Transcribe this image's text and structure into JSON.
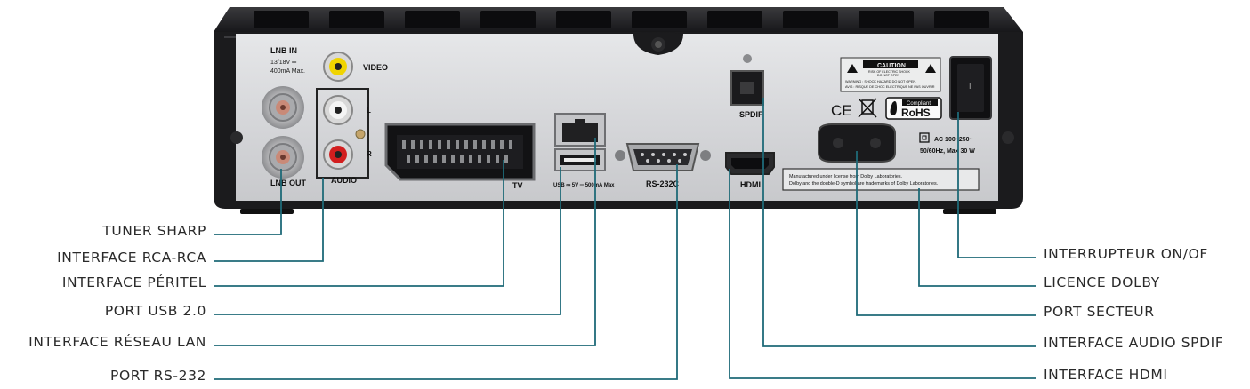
{
  "device": {
    "panel_text": {
      "lnb_in": "LNB IN",
      "lnb_in_spec_1": "13/18V ═",
      "lnb_in_spec_2": "400mA Max.",
      "video": "VIDEO",
      "audio_l": "L",
      "audio_r": "R",
      "audio": "AUDIO",
      "lnb_out": "LNB OUT",
      "tv": "TV",
      "usb": "USB ⎓ 5V ═ 500mA Max",
      "rs232c": "RS-232C",
      "spdif": "SPDIF",
      "hdmi": "HDMI",
      "caution": "CAUTION",
      "caution_sub_1": "RISK OF ELECTRIC SHOCK",
      "caution_sub_2": "DO NOT OPEN",
      "warning_1": "WARNING : SHOCK HAZARD DO NOT OPEN.",
      "warning_2": "AVIS : RISQUE DE CHOC ELECTRIQUE NE PAS OUVRIR",
      "ce": "CE",
      "rohs_top": "Compliant",
      "rohs": "RoHS",
      "power_spec_1": "AC 100~250~",
      "power_spec_2": "50/60Hz, Max 30 W",
      "dolby_1": "Manufactured under license from Dolby Laboratories.",
      "dolby_2": "Dolby and the double-D symbol are trademarks of Dolby Laboratories.",
      "switch_mark": "I"
    }
  },
  "callouts_left": [
    {
      "label": "TUNER SHARP"
    },
    {
      "label": "INTERFACE RCA-RCA"
    },
    {
      "label": "INTERFACE PÉRITEL"
    },
    {
      "label": "PORT USB 2.0"
    },
    {
      "label": "INTERFACE RÉSEAU LAN"
    },
    {
      "label": "PORT RS-232"
    }
  ],
  "callouts_right": [
    {
      "label": "INTERRUPTEUR ON/OF"
    },
    {
      "label": "LICENCE DOLBY"
    },
    {
      "label": "PORT SECTEUR"
    },
    {
      "label": "INTERFACE AUDIO SPDIF"
    },
    {
      "label": "INTERFACE HDMI"
    }
  ],
  "colors": {
    "leader_line": "#1e6a78",
    "panel": "#d9dadc",
    "chassis": "#1d1d1f",
    "label_text": "#2a2a2a"
  }
}
